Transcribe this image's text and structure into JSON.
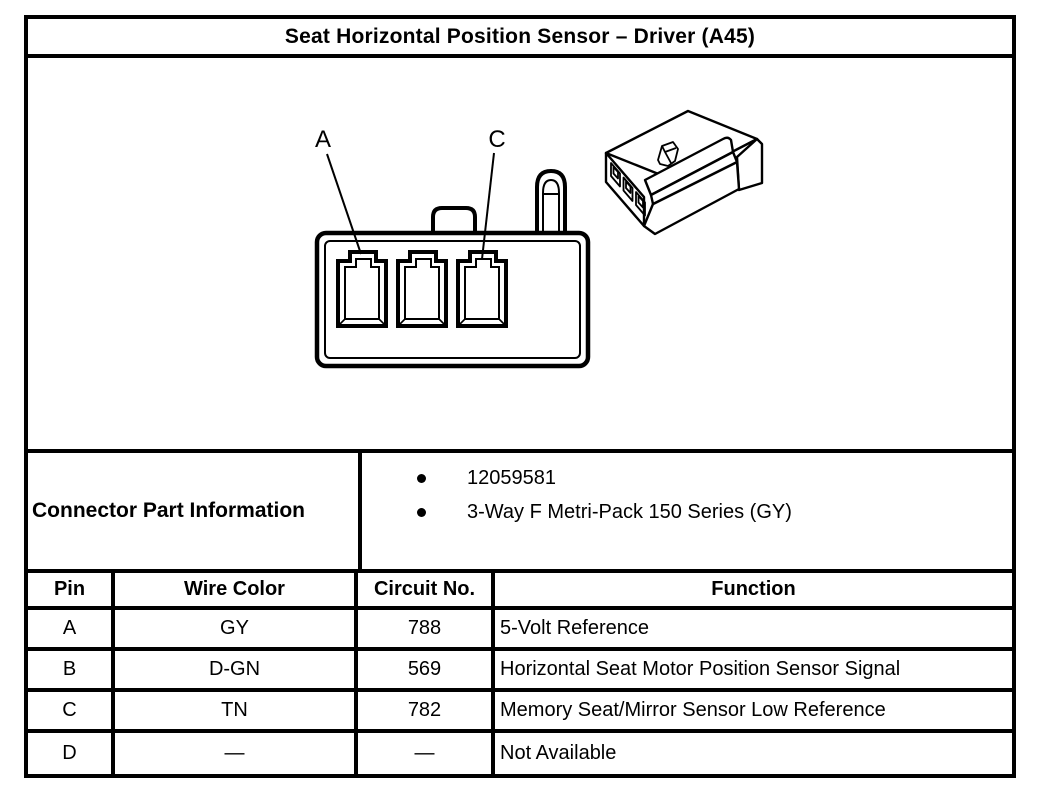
{
  "title": "Seat Horizontal Position Sensor – Driver (A45)",
  "diagram": {
    "pin_labels": [
      "A",
      "C"
    ]
  },
  "connector_part_information": {
    "label": "Connector Part Information",
    "items": [
      "12059581",
      "3-Way F Metri-Pack 150 Series (GY)"
    ]
  },
  "pin_table": {
    "headers": [
      "Pin",
      "Wire Color",
      "Circuit No.",
      "Function"
    ],
    "rows": [
      {
        "pin": "A",
        "wire_color": "GY",
        "circuit_no": "788",
        "function": "5-Volt Reference"
      },
      {
        "pin": "B",
        "wire_color": "D-GN",
        "circuit_no": "569",
        "function": "Horizontal Seat Motor Position Sensor Signal"
      },
      {
        "pin": "C",
        "wire_color": "TN",
        "circuit_no": "782",
        "function": "Memory Seat/Mirror Sensor Low Reference"
      },
      {
        "pin": "D",
        "wire_color": "—",
        "circuit_no": "—",
        "function": "Not Available"
      }
    ]
  },
  "colors": {
    "ink": "#000000",
    "paper": "#ffffff"
  }
}
